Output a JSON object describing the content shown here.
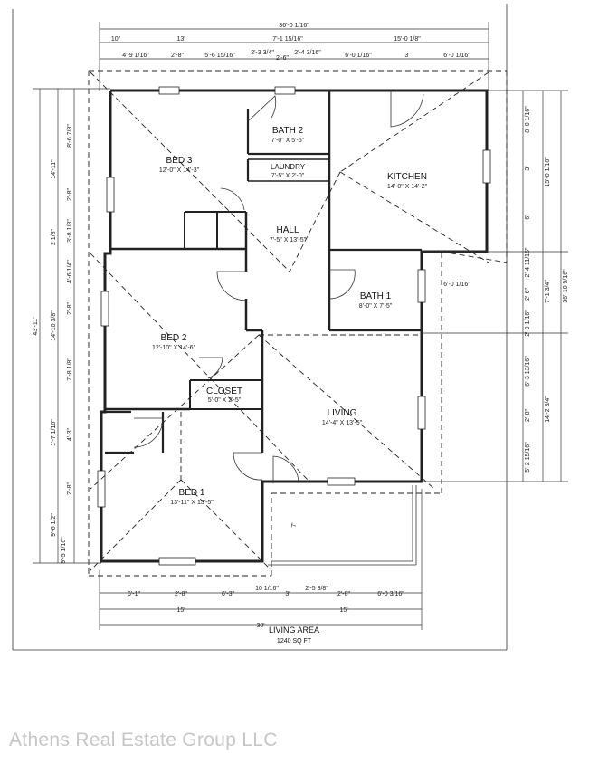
{
  "rooms": {
    "bed3": {
      "name": "BED 3",
      "dims": "12'-0\" X 14'-3\""
    },
    "bath2": {
      "name": "BATH 2",
      "dims": "7'-0\" X 5'-5\""
    },
    "laundry": {
      "name": "LAUNDRY",
      "dims": "7'-5\" X 2'-0\""
    },
    "kitchen": {
      "name": "KITCHEN",
      "dims": "14'-0\" X 14'-2\""
    },
    "hall": {
      "name": "HALL",
      "dims": "7'-5\" X 13'-5\""
    },
    "bath1": {
      "name": "BATH 1",
      "dims": "8'-0\" X 7'-5\""
    },
    "bed2": {
      "name": "BED 2",
      "dims": "12'-10\" X 14'-6\""
    },
    "closet": {
      "name": "CLOSET",
      "dims": "5'-0\" X 2'-5\""
    },
    "living": {
      "name": "LIVING",
      "dims": "14'-4\" X 13'-5\""
    },
    "bed1": {
      "name": "BED 1",
      "dims": "13'-11\" X 13'-5\""
    }
  },
  "dims_top": {
    "overall": "36'-0 1/16\"",
    "row2": [
      "10\"",
      "13'",
      "7'-1 15/16\"",
      "15'-0 1/8\""
    ],
    "row3": [
      "4'-9 1/16\"",
      "2'-8\"",
      "5'-6 15/16\"",
      "2'-3 3/4\"",
      "2'-6\"",
      "2'-4 3/16\"",
      "6'-0 1/16\"",
      "3'",
      "6'-0 1/16\""
    ]
  },
  "dims_left": {
    "overall": "43'-11\"",
    "col2": [
      "14'-11\"",
      "2 1/8\"",
      "14'-10 3/8\"",
      "1'-7 1/16\"",
      "9'-6 1/2\"",
      "9'-5 1/16\""
    ],
    "col3": [
      "8'-6 7/8\"",
      "2'-8\"",
      "3'-8 1/8\"",
      "4'-6 1/4\"",
      "2'-8\"",
      "7'-8 1/8\"",
      "4'-3\"",
      "2'-8\""
    ]
  },
  "dims_right": {
    "overall": "36'-10 9/16\"",
    "col2": [
      "15'-0 1/16\"",
      "7'-1 3/4\"",
      "14'-2 3/4\""
    ],
    "col3": [
      "8'-0 1/16\"",
      "3'",
      "6'",
      "2'-4 11/16\"",
      "2'-6\"",
      "2'-9 1/16\"",
      "6'-3 13/16\"",
      "2'-8\"",
      "5'-2 15/16\""
    ],
    "porch": "6'-0 1/16\""
  },
  "dims_bottom": {
    "row1": [
      "6'-1\"",
      "2'-8\"",
      "6'-3\"",
      "10 1/16\"",
      "3'",
      "2'-5 3/8\"",
      "2'-8\"",
      "6'-0 3/16\""
    ],
    "row2": [
      "15'",
      "15'"
    ],
    "overall": "30'",
    "porch_depth": "7'"
  },
  "area": {
    "title": "LIVING AREA",
    "value": "1240 SQ FT"
  },
  "watermark": "Athens Real Estate Group LLC"
}
